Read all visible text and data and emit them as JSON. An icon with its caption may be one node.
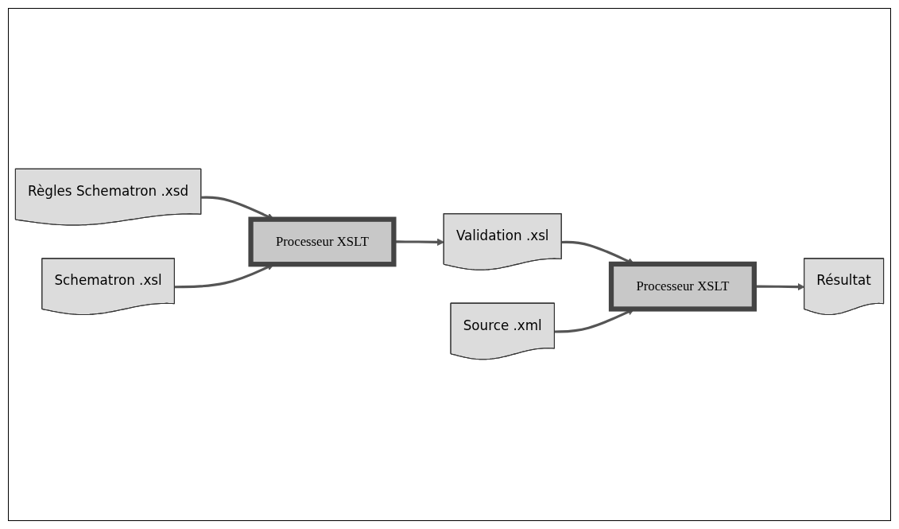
{
  "diagram": {
    "nodes": [
      {
        "text": [
          "Règles Schematron .xsd"
        ]
      },
      {
        "text": [
          "Schematron .xsl"
        ]
      },
      {
        "text": [
          "Processeur XSLT"
        ]
      },
      {
        "text": [
          "Validation .xsl"
        ]
      },
      {
        "text": [
          "Source .xml"
        ]
      },
      {
        "text": [
          "Processeur XSLT"
        ]
      },
      {
        "text": [
          "Résultat"
        ]
      }
    ],
    "edges": [
      {
        "from": 0,
        "to": 2,
        "arrow": "to"
      },
      {
        "from": 1,
        "to": 2,
        "arrow": "to"
      },
      {
        "from": 2,
        "to": 3,
        "arrow": "to"
      },
      {
        "from": 3,
        "to": 5,
        "arrow": "to"
      },
      {
        "from": 4,
        "to": 5,
        "arrow": "to"
      },
      {
        "from": 5,
        "to": 6,
        "arrow": "to"
      }
    ]
  }
}
